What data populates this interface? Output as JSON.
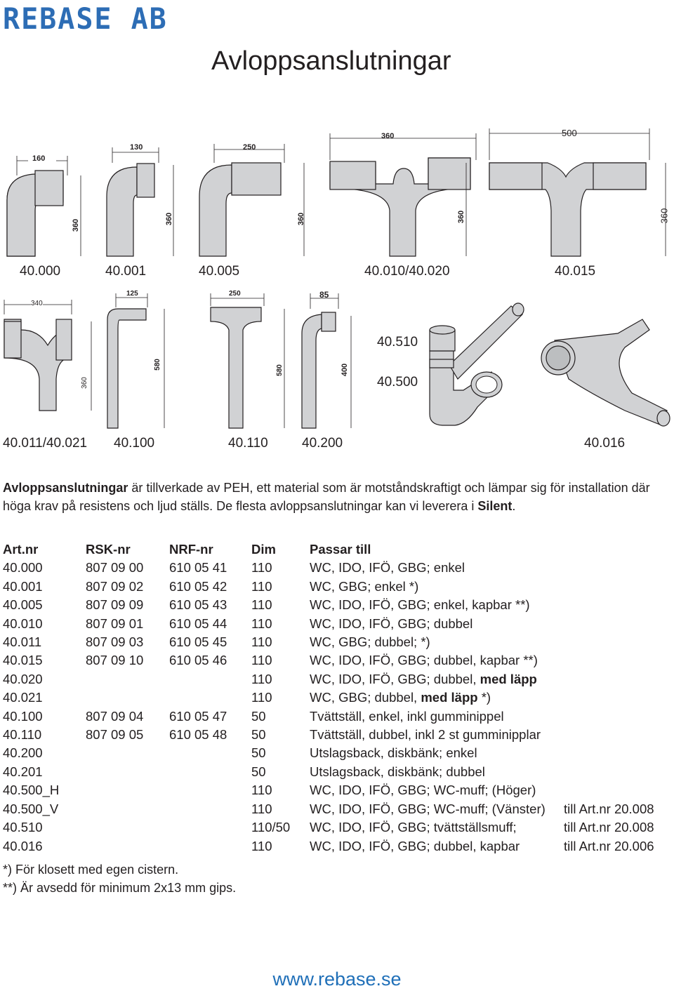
{
  "logo": {
    "text": "REBASE AB",
    "color": "#2d6db5"
  },
  "title": "Avloppsanslutningar",
  "figures": {
    "row1": {
      "codes": [
        "40.000",
        "40.001",
        "40.005",
        "40.010/40.020",
        "40.015"
      ],
      "dims": {
        "f000": {
          "w": "160",
          "h": "360"
        },
        "f001": {
          "w": "130",
          "h": "360"
        },
        "f005": {
          "w": "250",
          "h": "360"
        },
        "f010": {
          "w": "360",
          "h": "360"
        },
        "f015": {
          "w": "500",
          "h": "360"
        }
      }
    },
    "row2": {
      "codes": [
        "40.011/40.021",
        "40.100",
        "40.110",
        "40.200",
        "40.016"
      ],
      "dims": {
        "f011": {
          "w": "340",
          "h": "360"
        },
        "f100": {
          "w": "125",
          "h": "580"
        },
        "f110": {
          "w": "250",
          "h": "580"
        },
        "f200": {
          "w": "85",
          "h": "400"
        }
      },
      "codes_510_500": [
        "40.510",
        "40.500"
      ]
    }
  },
  "intro": {
    "bold_lead": "Avloppsanslutningar",
    "text1": " är tillverkade av PEH, ett material som är motståndskraftigt och lämpar sig för installation där höga krav på resistens och ljud ställs. De flesta avloppsanslutningar kan vi leverera i ",
    "bold_tail": "Silent",
    "end": "."
  },
  "table": {
    "headers": [
      "Art.nr",
      "RSK-nr",
      "NRF-nr",
      "Dim",
      "Passar till",
      ""
    ],
    "rows": [
      [
        "40.000",
        "807 09 00",
        "610 05 41",
        "110",
        "WC, IDO, IFÖ, GBG; enkel",
        ""
      ],
      [
        "40.001",
        "807 09 02",
        "610 05 42",
        "110",
        "WC, GBG; enkel *)",
        ""
      ],
      [
        "40.005",
        "807 09 09",
        "610 05 43",
        "110",
        "WC, IDO, IFÖ, GBG; enkel, kapbar **)",
        ""
      ],
      [
        "40.010",
        "807 09 01",
        "610 05 44",
        "110",
        "WC, IDO, IFÖ, GBG; dubbel",
        ""
      ],
      [
        "40.011",
        "807 09 03",
        "610 05 45",
        "110",
        "WC, GBG; dubbel; *)",
        ""
      ],
      [
        "40.015",
        "807 09 10",
        "610 05 46",
        "110",
        "WC, IDO, IFÖ, GBG; dubbel, kapbar **)",
        ""
      ],
      [
        "40.020",
        "",
        "",
        "110",
        "WC, IDO, IFÖ, GBG; dubbel, |med läpp",
        ""
      ],
      [
        "40.021",
        "",
        "",
        "110",
        "WC, GBG; dubbel, |med läpp| *)",
        ""
      ],
      [
        "40.100",
        "807 09 04",
        "610 05 47",
        "50",
        "Tvättställ, enkel, inkl gumminippel",
        ""
      ],
      [
        "40.110",
        "807 09 05",
        "610 05 48",
        "50",
        "Tvättställ, dubbel, inkl 2 st gumminipplar",
        ""
      ],
      [
        "40.200",
        "",
        "",
        "50",
        "Utslagsback, diskbänk; enkel",
        ""
      ],
      [
        "40.201",
        "",
        "",
        "50",
        "Utslagsback, diskbänk; dubbel",
        ""
      ],
      [
        "40.500_H",
        "",
        "",
        "110",
        "WC, IDO, IFÖ, GBG; WC-muff; (Höger)",
        ""
      ],
      [
        "40.500_V",
        "",
        "",
        "110",
        "WC, IDO, IFÖ, GBG; WC-muff; (Vänster)",
        "till Art.nr 20.008"
      ],
      [
        "40.510",
        "",
        "",
        "110/50",
        "WC, IDO, IFÖ, GBG; tvättställsmuff;",
        "till Art.nr 20.008"
      ],
      [
        "40.016",
        "",
        "",
        "110",
        "WC, IDO, IFÖ, GBG; dubbel, kapbar",
        "till Art.nr 20.006"
      ]
    ]
  },
  "notes": [
    "*) För klosett med egen cistern.",
    "**) Är avsedd för minimum 2x13 mm gips."
  ],
  "footer": {
    "url": "www.rebase.se",
    "color": "#1f6fb8"
  }
}
